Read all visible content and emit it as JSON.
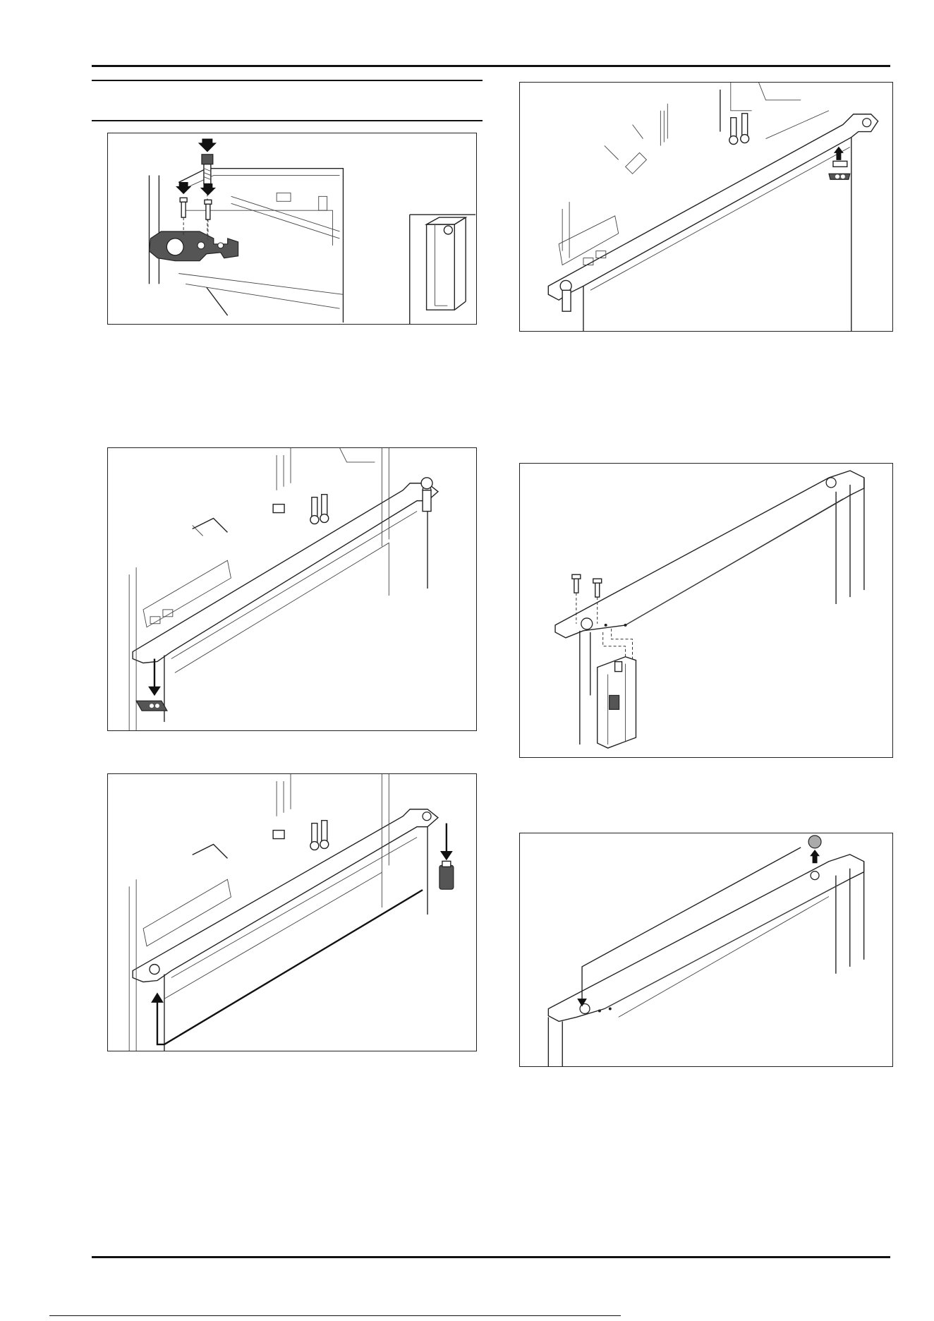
{
  "document": {
    "figures": [
      {
        "id": "fig-1"
      },
      {
        "id": "fig-2"
      },
      {
        "id": "fig-3"
      },
      {
        "id": "fig-4"
      },
      {
        "id": "fig-5"
      },
      {
        "id": "fig-6"
      }
    ]
  }
}
